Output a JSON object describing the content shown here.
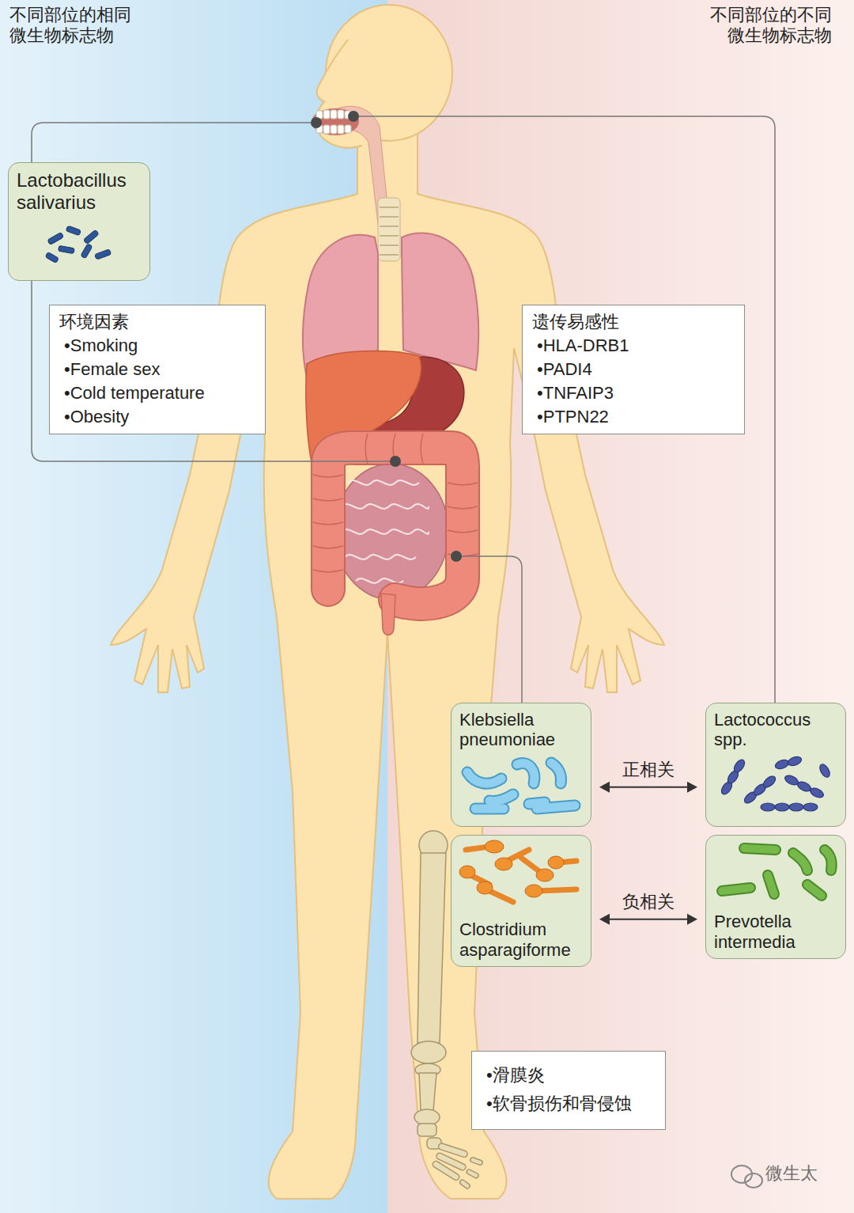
{
  "diagram": {
    "nodes": [
      {
        "text": [
          "Lactobacillus salivarius"
        ]
      },
      {
        "text": [
          "环境因素",
          "•Smoking",
          "•Female sex",
          "•Cold temperature",
          "•Obesity"
        ]
      },
      {
        "text": [
          "遗传易感性",
          "•HLA-DRB1",
          "•PADI4",
          "•TNFAIP3",
          "•PTPN22"
        ]
      },
      {
        "text": [
          "Klebsiella pneumoniae"
        ]
      },
      {
        "text": [
          "Lactococcus spp."
        ]
      },
      {
        "text": [
          "Clostridium asparagiforme"
        ]
      },
      {
        "text": [
          "Prevotella intermedia"
        ]
      },
      {
        "text": [
          "•滑膜炎",
          "•软骨损伤和骨侵蚀"
        ]
      }
    ],
    "edges": [
      {
        "from": 3,
        "to": 4,
        "arrow": "both",
        "label": "正相关"
      },
      {
        "from": 5,
        "to": 6,
        "arrow": "both",
        "label": "负相关"
      }
    ],
    "labels": [
      "不同部位的相同 微生物标志物",
      "不同部位的不同 微生物标志物",
      "微生太"
    ]
  }
}
